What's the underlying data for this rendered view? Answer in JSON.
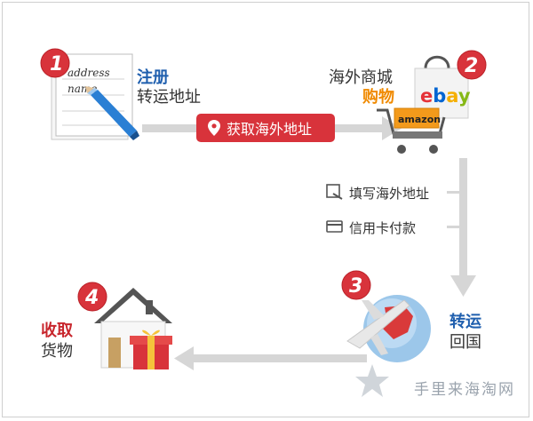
{
  "steps": {
    "register": {
      "number": "1",
      "title": "注册",
      "subtitle": "转运地址",
      "form_line1": "address",
      "form_line2": "name"
    },
    "shop": {
      "number": "2",
      "title": "海外商城",
      "subtitle": "购物",
      "brand_top": "ebay",
      "brand_bottom": "amazon"
    },
    "ship": {
      "number": "3",
      "title": "转运",
      "subtitle": "回国"
    },
    "receive": {
      "number": "4",
      "title": "收取",
      "subtitle": "货物"
    }
  },
  "actions": {
    "get_address": "获取海外地址",
    "fill_address": "填写海外地址",
    "credit_pay": "信用卡付款"
  },
  "watermark": "手里来海淘网",
  "colors": {
    "badge_red": "#d8333b",
    "blue": "#1f5fae",
    "red": "#c8262d",
    "orange": "#f08a00",
    "arrow_gray": "#d6d6d6"
  }
}
